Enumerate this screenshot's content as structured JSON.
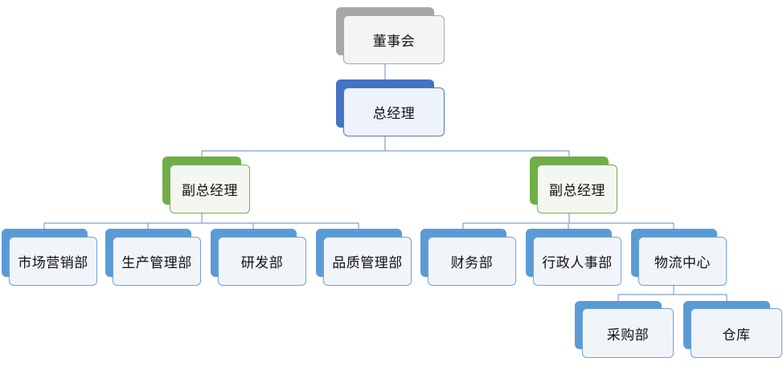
{
  "colors": {
    "board": "#a7a7a7",
    "gm": "#4472c4",
    "vice": "#70ad47",
    "dept": "#5b9bd5",
    "connector": "#7fa2c9"
  },
  "nodes": {
    "board": "董事会",
    "gm": "总经理",
    "vgm_left": "副总经理",
    "vgm_right": "副总经理",
    "marketing": "市场营销部",
    "production": "生产管理部",
    "rnd": "研发部",
    "quality": "品质管理部",
    "finance": "财务部",
    "admin_hr": "行政人事部",
    "logistics": "物流中心",
    "purchasing": "采购部",
    "warehouse": "仓库"
  }
}
